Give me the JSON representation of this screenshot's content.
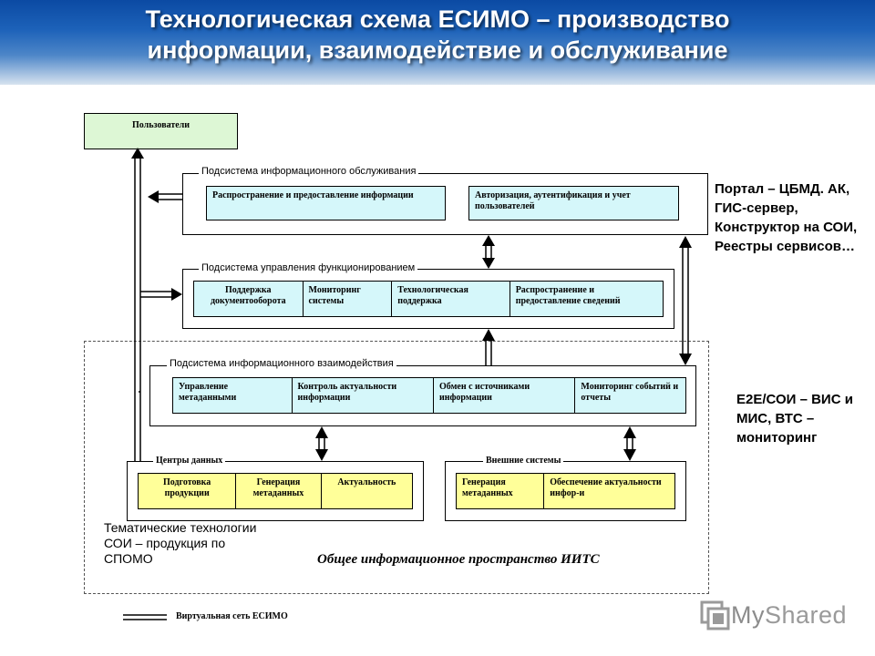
{
  "title": {
    "line1": "Технологическая схема ЕСИМО – производство",
    "line2": "информации, взаимодействие и обслуживание"
  },
  "users_box": {
    "label": "Пользователи"
  },
  "subsystem_service": {
    "label": "Подсистема информационного обслуживания",
    "cells": [
      "Распространение и предоставление информации",
      "Авторизация, аутентификация и учет пользователей"
    ]
  },
  "subsystem_management": {
    "label": "Подсистема управления функционированием",
    "cells": [
      "Поддержка документооборота",
      "Мониторинг системы",
      "Технологическая поддержка",
      "Распространение и предоставление сведений"
    ]
  },
  "subsystem_interaction": {
    "label": "Подсистема информационного взаимодействия",
    "cells": [
      "Управление метаданными",
      "Контроль актуальности информации",
      "Обмен с источниками информации",
      "Мониторинг событий и отчеты"
    ]
  },
  "data_centers": {
    "label": "Центры данных",
    "cells": [
      "Подготовка продукции",
      "Генерация метаданных",
      "Актуальность"
    ]
  },
  "external_systems": {
    "label": "Внешние системы",
    "cells": [
      "Генерация метаданных",
      "Обеспечение актуальности инфор-и"
    ]
  },
  "side_notes": {
    "portal": "Портал – ЦБМД. АК, ГИС-сервер, Конструктор на СОИ, Реестры сервисов…",
    "e2e": "Е2Е/СОИ – ВИС и МИС, ВТС – мониторинг",
    "thematic": "Тематические технологии СОИ – продукция по СПОМО"
  },
  "common_space": "Общее информационное пространство ИИТС",
  "legend": {
    "label": "Виртуальная сеть ЕСИМО"
  },
  "watermark": {
    "text_my": "My",
    "text_shared": "Shared"
  },
  "colors": {
    "cyan": "#d5f7fa",
    "yellow": "#ffff99",
    "green": "#ddf7d5",
    "header_blue": "#1d62b9"
  }
}
